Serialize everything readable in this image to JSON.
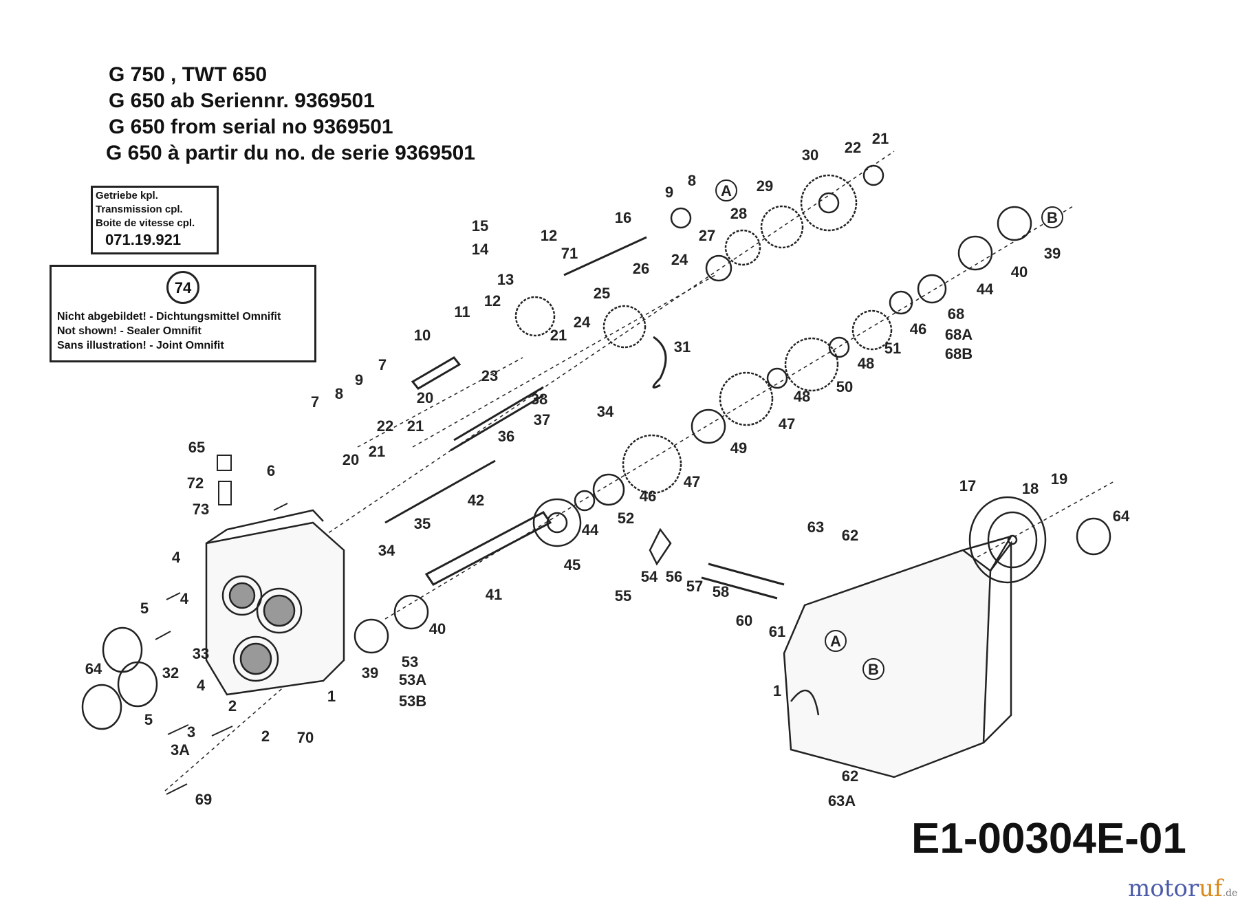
{
  "header": {
    "line1": "G 750 , TWT 650",
    "line2": "G 650 ab Seriennr. 9369501",
    "line3": "G 650 from serial no 9369501",
    "line4": "G 650 à partir du no. de serie 9369501"
  },
  "transmission_box": {
    "de": "Getriebe kpl.",
    "en": "Transmission cpl.",
    "fr": "Boite de vitesse cpl.",
    "part_no": "071.19.921"
  },
  "sealer_box": {
    "number": "74",
    "de": "Nicht abgebildet! - Dichtungsmittel Omnifit",
    "en": "Not shown! - Sealer Omnifit",
    "fr": "Sans illustration! - Joint Omnifit"
  },
  "drawing_code": "E1-00304E-01",
  "logo": {
    "main": "motor",
    "accent": "uf",
    "suffix": ".de"
  },
  "callout_A": "A",
  "callout_B": "B",
  "part_labels": [
    "1",
    "2",
    "3",
    "3A",
    "4",
    "5",
    "6",
    "7",
    "8",
    "9",
    "10",
    "11",
    "12",
    "13",
    "14",
    "15",
    "16",
    "17",
    "18",
    "19",
    "20",
    "21",
    "22",
    "23",
    "24",
    "25",
    "26",
    "27",
    "28",
    "29",
    "30",
    "31",
    "32",
    "33",
    "34",
    "35",
    "36",
    "37",
    "38",
    "39",
    "40",
    "41",
    "42",
    "44",
    "45",
    "46",
    "47",
    "48",
    "49",
    "50",
    "51",
    "52",
    "53",
    "53A",
    "53B",
    "54",
    "55",
    "56",
    "57",
    "58",
    "60",
    "61",
    "62",
    "63",
    "63A",
    "64",
    "65",
    "68",
    "68A",
    "68B",
    "69",
    "70",
    "71",
    "72",
    "73"
  ]
}
